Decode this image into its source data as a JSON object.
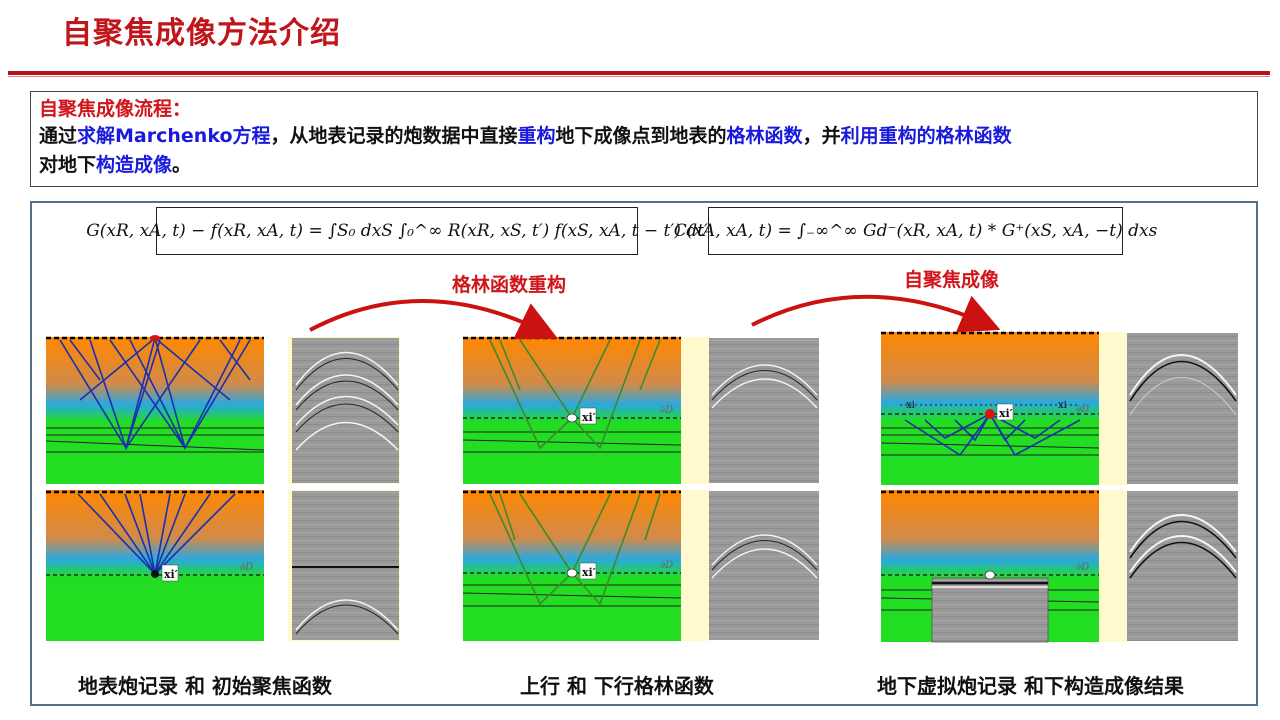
{
  "slide": {
    "title": "自聚焦成像方法介绍"
  },
  "flow": {
    "heading": "自聚焦成像流程：",
    "text_1": "通过",
    "hl_1": "求解Marchenko方程",
    "text_2": "，从地表记录的炮数据中直接",
    "hl_2": "重构",
    "text_3": "地下成像点到地表的",
    "hl_3": "格林函数",
    "text_4": "，并",
    "hl_4": "利用重构的格林函数",
    "text_5": "对地下",
    "hl_5": "构造成像",
    "text_6": "。"
  },
  "equations": {
    "marchenko": "G(xR, xA, t) − f(xR, xA, t) = ∫S₀ dxS ∫₀^∞ R(xR, xS, t′) f(xS, xA, t − t′) dt′",
    "imaging": "C(xA, xA, t) = ∫₋∞^∞ Gd⁻(xR, xA, t) * G⁺(xS, xA, −t) dxs"
  },
  "arrows": {
    "left_label": "格林函数重构",
    "right_label": "自聚焦成像"
  },
  "panel_labels": {
    "focus_point": "xi′",
    "boundary": "∂D",
    "x_left": "xi",
    "x_right": "xi"
  },
  "captions": {
    "left": "地表炮记录 和 初始聚焦函数",
    "middle": "上行 和 下行格林函数",
    "right": "地下虚拟炮记录 和下构造成像结果"
  },
  "colors": {
    "title_red": "#c0151b",
    "highlight_blue": "#1a1adc",
    "ray_blue": "#1a2fb0",
    "ray_green": "#3d8a2c",
    "layer_orange": "#ff8a00",
    "layer_green": "#22dd22",
    "layer_blue": "#2aa8e0"
  }
}
